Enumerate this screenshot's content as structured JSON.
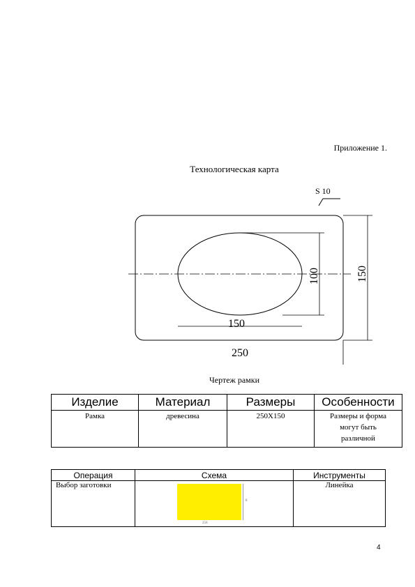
{
  "appendix_label": "Приложение 1.",
  "title": "Технологическая карта",
  "drawing": {
    "roughness": "S 10",
    "dim_ellipse_width": "150",
    "dim_ellipse_height": "100",
    "dim_frame_width": "250",
    "dim_frame_height": "150"
  },
  "caption": "Чертеж рамки",
  "product_table": {
    "headers": [
      "Изделие",
      "Материал",
      "Размеры",
      "Особенности"
    ],
    "row": [
      "Рамка",
      "древесина",
      "250Х150",
      "Размеры  и форма могут быть различной"
    ]
  },
  "operation_table": {
    "headers": [
      "Операция",
      "Схема",
      "Инструменты"
    ],
    "row": {
      "operation": "Выбор заготовки",
      "tool": "Линейка",
      "scheme_label_right": "8",
      "scheme_label_bottom": "250"
    }
  },
  "page_number": "4"
}
